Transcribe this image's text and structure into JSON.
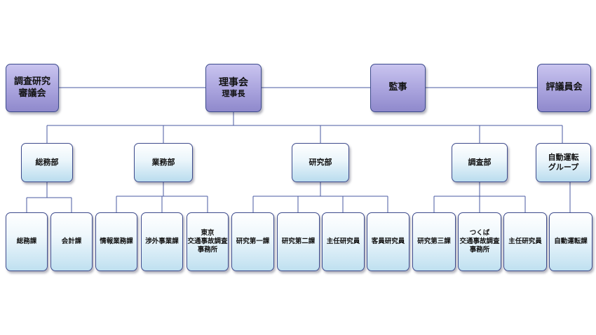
{
  "top": {
    "research_council": "調査研究\n審議会",
    "board_title": "理事会",
    "board_chair": "理事長",
    "auditor": "監事",
    "councillors": "評議員会"
  },
  "departments": {
    "general_affairs": "総務部",
    "operations": "業務部",
    "research": "研究部",
    "investigation": "調査部",
    "automated_driving": "自動運転\nグループ"
  },
  "sections": {
    "general_affairs_section": "総務課",
    "accounting_section": "会計課",
    "info_operations_section": "情報業務課",
    "external_affairs_section": "渉外事業課",
    "tokyo_office": "東京\n交通事故調査\n事務所",
    "research_section_1": "研究第一課",
    "research_section_2": "研究第二課",
    "chief_researcher_1": "主任研究員",
    "visiting_researcher": "客員研究員",
    "research_section_3": "研究第三課",
    "tsukuba_office": "つくば\n交通事故調査\n事務所",
    "chief_researcher_2": "主任研究員",
    "automated_driving_section": "自動運転課"
  }
}
